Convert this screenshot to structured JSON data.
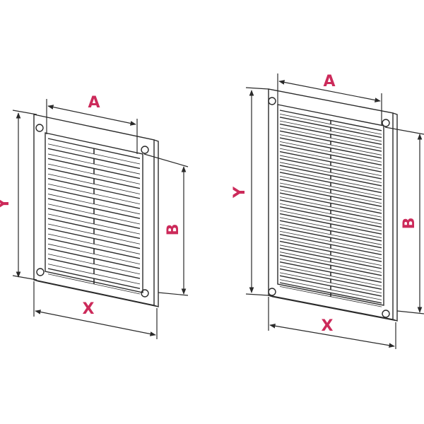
{
  "colors": {
    "label": "#cc2a5a",
    "line": "#2a2a2a",
    "background": "#ffffff"
  },
  "grilles": [
    {
      "id": "small",
      "labels": {
        "a": "A",
        "b": "B",
        "x": "X",
        "y": "Y"
      },
      "louver_count": 14
    },
    {
      "id": "large",
      "labels": {
        "a": "A",
        "b": "B",
        "x": "X",
        "y": "Y"
      },
      "louver_count": 26
    }
  ]
}
